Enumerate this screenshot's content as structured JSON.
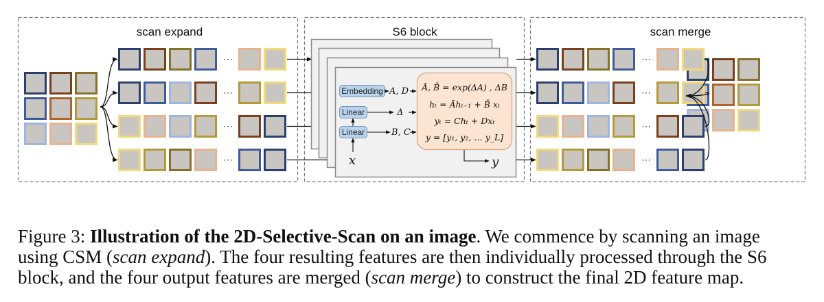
{
  "figure": {
    "panels": {
      "scan_expand": {
        "title": "scan expand"
      },
      "s6_block": {
        "title": "S6 block",
        "modules": {
          "embedding": "Embedding",
          "linear_top": "Linear",
          "linear_bottom": "Linear"
        },
        "labels": {
          "ad": "A, D",
          "delta": "Δ",
          "bc": "B, C",
          "x": "x",
          "y": "y"
        },
        "equations": [
          "Ā, B̄ = exp(ΔA) , ΔB",
          "hₜ = Āhₜ₋₁ + B̄ xₜ",
          "yₜ = Chₜ + Dxₜ",
          "y = [y₁, y₂, … y_L]"
        ]
      },
      "scan_merge": {
        "title": "scan merge"
      }
    },
    "ellipsis": "···",
    "colors": {
      "c1": "#2b3f6e",
      "c2": "#7a3f1c",
      "c3": "#857127",
      "c4": "#3f5c9a",
      "c5": "#b0632b",
      "c6": "#b59a3a",
      "c7": "#9fb5e0",
      "c8": "#e8b48f",
      "c9": "#f2d97a",
      "equation_box_fill": "#fbe4d2",
      "equation_box_stroke": "#d9a27a",
      "module_fill": "#b9d3ec",
      "module_stroke": "#6f95bf",
      "block_fill": "#f1f1f1",
      "block_stroke": "#8a8a8a"
    },
    "grid_3x3": [
      "c1",
      "c2",
      "c3",
      "c4",
      "c5",
      "c6",
      "c7",
      "c8",
      "c9"
    ],
    "sequences": [
      {
        "first": [
          "c1",
          "c2",
          "c3",
          "c4"
        ],
        "last": [
          "c8",
          "c9"
        ]
      },
      {
        "first": [
          "c1",
          "c4",
          "c7",
          "c2"
        ],
        "last": [
          "c6",
          "c9"
        ]
      },
      {
        "first": [
          "c9",
          "c8",
          "c7",
          "c6"
        ],
        "last": [
          "c2",
          "c1"
        ]
      },
      {
        "first": [
          "c9",
          "c6",
          "c3",
          "c8"
        ],
        "last": [
          "c4",
          "c1"
        ]
      }
    ]
  },
  "caption": {
    "label": "Figure 3:",
    "bold_title": "Illustration of the 2D-Selective-Scan on an image",
    "line1_rest": ". We commence by scanning an image",
    "line2_a": "using CSM (",
    "line2_italic": "scan expand",
    "line2_b": "). The four resulting features are then individually processed through the S6",
    "line3_a": "block, and the four output features are merged (",
    "line3_italic": "scan merge",
    "line3_b": ") to construct the final 2D feature map."
  }
}
